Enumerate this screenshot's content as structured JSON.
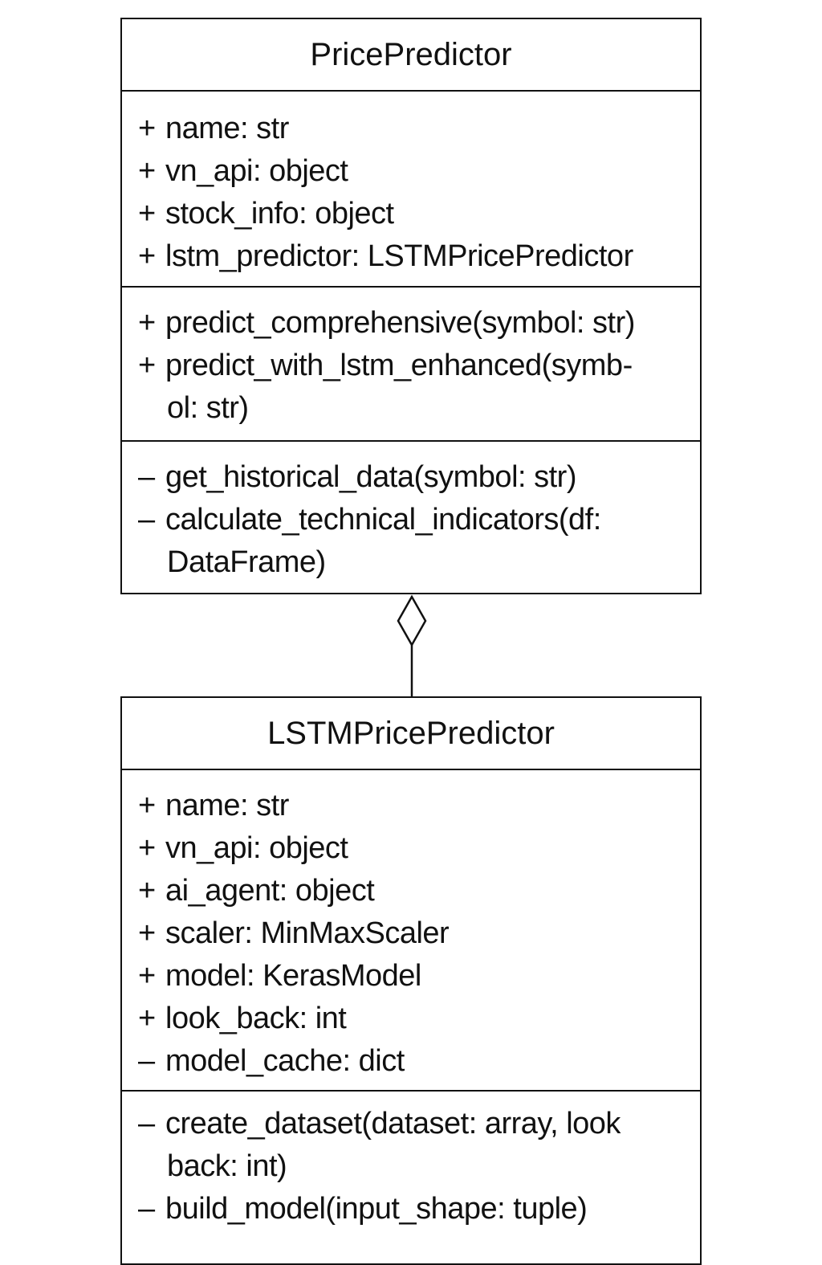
{
  "classes": {
    "price_predictor": {
      "name": "PricePredictor",
      "attributes": [
        {
          "vis": "+",
          "text": "name: str"
        },
        {
          "vis": "+",
          "text": "vn_api: object"
        },
        {
          "vis": "+",
          "text": "stock_info: object"
        },
        {
          "vis": "+",
          "text": "lstm_predictor: LSTMPricePredictor"
        }
      ],
      "public_operations": [
        {
          "vis": "+",
          "text": "predict_comprehensive(symbol: str)",
          "cont": ""
        },
        {
          "vis": "+",
          "text": "predict_with_lstm_enhanced(symb-",
          "cont": "ol: str)"
        }
      ],
      "private_operations": [
        {
          "vis": "–",
          "text": "get_historical_data(symbol: str)",
          "cont": ""
        },
        {
          "vis": "–",
          "text": "calculate_technical_indicators(df:",
          "cont": "DataFrame)"
        }
      ]
    },
    "lstm_price_predictor": {
      "name": "LSTMPricePredictor",
      "attributes": [
        {
          "vis": "+",
          "text": "name: str"
        },
        {
          "vis": "+",
          "text": "vn_api: object"
        },
        {
          "vis": "+",
          "text": "ai_agent: object"
        },
        {
          "vis": "+",
          "text": "scaler: MinMaxScaler"
        },
        {
          "vis": "+",
          "text": "model: KerasModel"
        },
        {
          "vis": "+",
          "text": "look_back: int"
        },
        {
          "vis": "–",
          "text": "model_cache: dict"
        }
      ],
      "private_operations": [
        {
          "vis": "–",
          "text": "create_dataset(dataset: array, look",
          "cont": "back: int)"
        },
        {
          "vis": "–",
          "text": "build_model(input_shape: tuple)",
          "cont": ""
        }
      ]
    }
  },
  "relationship": {
    "type": "aggregation",
    "whole": "PricePredictor",
    "part": "LSTMPricePredictor"
  },
  "colors": {
    "line": "#111111",
    "background": "#ffffff"
  }
}
